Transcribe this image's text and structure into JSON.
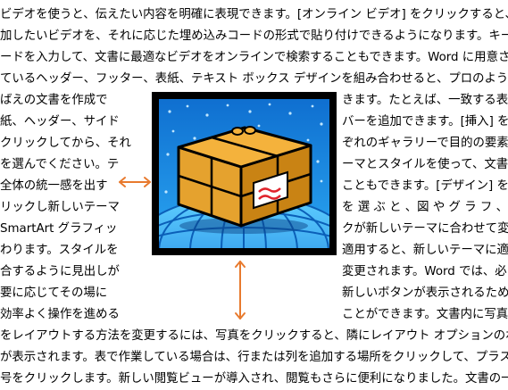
{
  "document": {
    "full_lines_top": [
      "ビデオを使うと、伝えたい内容を明確に表現できます。[オンライン ビデオ] をクリックすると、追",
      "加したいビデオを、それに応じた埋め込みコードの形式で貼り付けできるようになります。キーワ",
      "ードを入力して、文書に最適なビデオをオンラインで検索することもできます。Word に用意され",
      "ているヘッダー、フッター、表紙、テキスト ボックス デザインを組み合わせると、プロのようでき"
    ],
    "left_lines": [
      "ばえの文書を作成で",
      "紙、ヘッダー、サイド",
      "クリックしてから、それ",
      "を選んでください。テ",
      "全体の統一感を出す",
      "リックし新しいテーマ",
      "SmartArt グラフィッ",
      "わります。スタイルを",
      "合するように見出しが",
      "要に応じてその場に",
      "効率よく操作を進める"
    ],
    "right_lines": [
      "きます。たとえば、一致する表",
      "バーを追加できます。[挿入] を",
      "ぞれのギャラリーで目的の要素",
      "ーマとスタイルを使って、文書",
      "こともできます。[デザイン] をク",
      "を 選 ぶ と 、図 や グ ラ フ 、",
      "クが新しいテーマに合わせて変",
      "適用すると、新しいテーマに適",
      "変更されます。Word では、必",
      "新しいボタンが表示されるため",
      "ことができます。文書内に写真"
    ],
    "full_lines_bottom": [
      "をレイアウトする方法を変更するには、写真をクリックすると、隣にレイアウト オプションのボタン",
      "が表示されます。表で作業している場合は、行または列を追加する場所をクリックして、プラス記",
      "号をクリックします。新しい閲覧ビューが導入され、閲覧もさらに便利になりました。文書の一部を"
    ]
  },
  "image": {
    "name": "package-clipart",
    "label_scribble": "〰"
  },
  "arrows": {
    "horizontal": "spacing-arrow-horizontal",
    "vertical": "spacing-arrow-vertical"
  },
  "colors": {
    "text": "#000000",
    "arrow": "#e87a2e",
    "sky": "#1a8fe0",
    "grid": "#0b5fb8",
    "box_light": "#f4b23c",
    "box_dark": "#c98314",
    "label_mark": "#e0242c"
  }
}
